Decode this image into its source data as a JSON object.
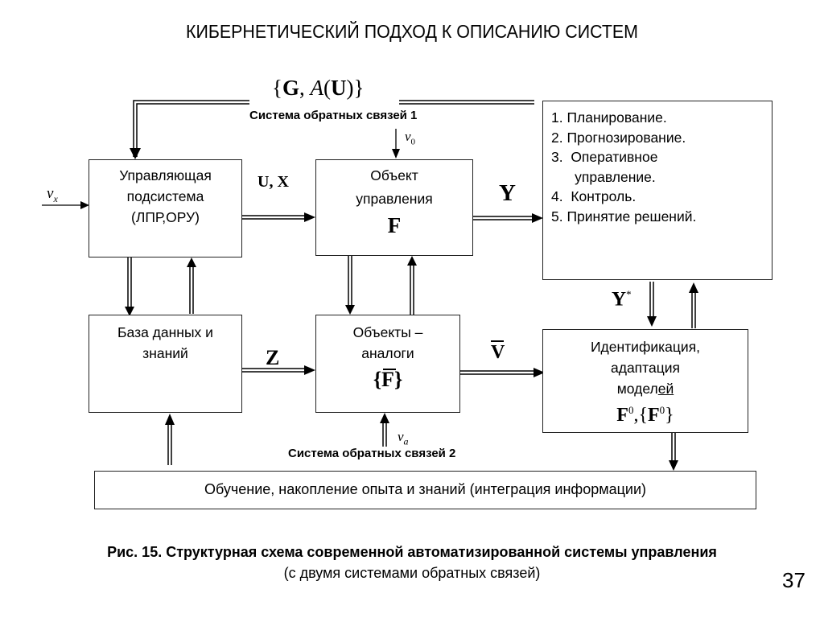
{
  "slide": {
    "title": "КИБЕРНЕТИЧЕСКИЙ ПОДХОД К ОПИСАНИЮ СИСТЕМ",
    "page_number": "37"
  },
  "feedback1": {
    "formula_open": "{",
    "formula_G": "G",
    "formula_sep": ", ",
    "formula_A": "A",
    "formula_paren_open": "(",
    "formula_U": "U",
    "formula_paren_close": ")",
    "formula_close": "}",
    "label": "Система обратных связей 1",
    "disturbance": "v",
    "disturbance_sub": "0"
  },
  "feedback2": {
    "label": "Система обратных связей 2",
    "disturbance": "v",
    "disturbance_sub": "a"
  },
  "blocks": {
    "control_subsystem": {
      "lines": [
        "Управляющая",
        "подсистема",
        "(ЛПР,ОРУ)"
      ],
      "input": "v",
      "input_sub": "x"
    },
    "control_object": {
      "lines": [
        "Объект",
        "управления"
      ],
      "symbol": "F"
    },
    "functions": {
      "items": [
        "1. Планирование.",
        "2. Прогнозирование.",
        "3.  Оперативное",
        "      управление.",
        "4.  Контроль.",
        "5. Принятие решений."
      ]
    },
    "database": {
      "lines": [
        "База  данных и",
        "знаний"
      ]
    },
    "analogs": {
      "lines": [
        "Объекты –",
        "аналоги"
      ],
      "symbol": "{F}"
    },
    "identification": {
      "lines": [
        "Идентификация,",
        "адаптация"
      ],
      "line3_prefix": "модел",
      "line3_underlined": "ей",
      "symbol_a": "F",
      "sup_a": "0",
      "symbol_sep": ",{",
      "symbol_b": "F",
      "sup_b": "0",
      "symbol_end": "}"
    },
    "learning": {
      "text": "Обучение, накопление  опыта и знаний (интеграция информации)"
    }
  },
  "signals": {
    "ux": "U, X",
    "y": "Y",
    "z": "Z",
    "v": "V",
    "ystar": "Y",
    "ystar_sup": "*"
  },
  "caption": {
    "line1": "Рис. 15. Структурная схема современной автоматизированной системы управления",
    "line2": "(с двумя системами обратных связей)"
  }
}
